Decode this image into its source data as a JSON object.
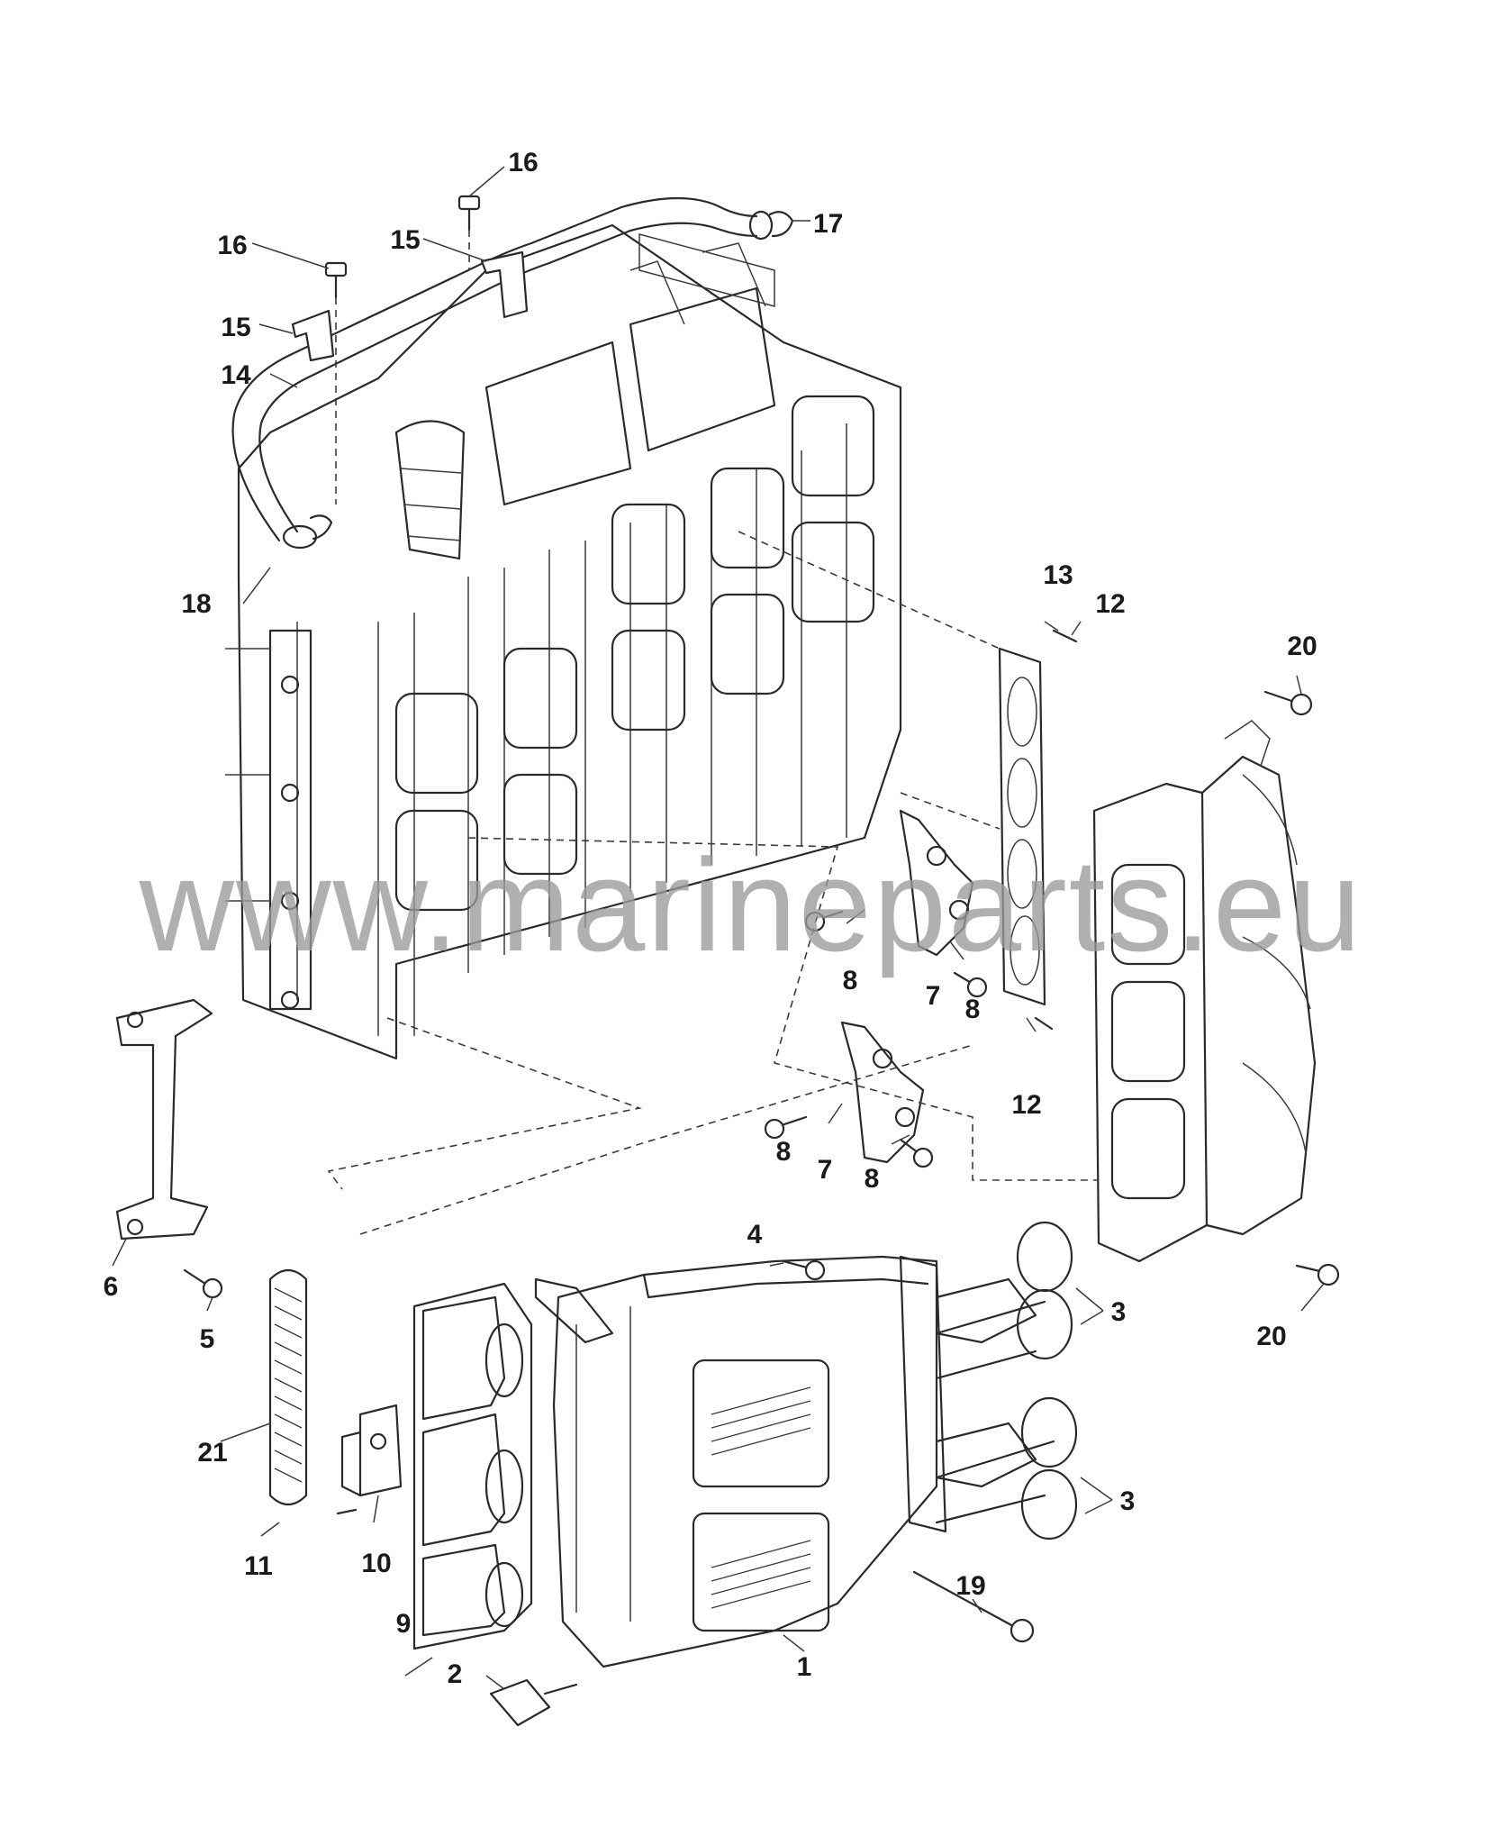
{
  "watermark": "www.marineparts.eu",
  "callouts": {
    "c1": "1",
    "c2": "2",
    "c3a": "3",
    "c3b": "3",
    "c4": "4",
    "c5": "5",
    "c6": "6",
    "c7a": "7",
    "c7b": "7",
    "c8a": "8",
    "c8b": "8",
    "c8c": "8",
    "c8d": "8",
    "c9": "9",
    "c10": "10",
    "c11": "11",
    "c12a": "12",
    "c12b": "12",
    "c13": "13",
    "c14": "14",
    "c15a": "15",
    "c15b": "15",
    "c16a": "16",
    "c16b": "16",
    "c17": "17",
    "c18": "18",
    "c19": "19",
    "c20a": "20",
    "c20b": "20",
    "c21": "21"
  },
  "colors": {
    "line": "#2a2a2a",
    "watermark": "#9a9a9a",
    "background": "#ffffff"
  }
}
